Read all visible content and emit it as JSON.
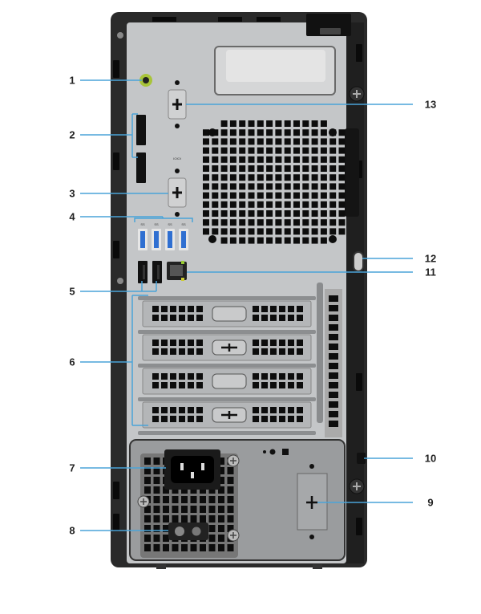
{
  "colors": {
    "callout_line": "#4aa3d8",
    "chassis": "#2a2a2a",
    "panel": "#c4c6c8",
    "psu": "#9a9c9e",
    "usb3_blue": "#2f6fd1",
    "audio_green": "#a8c43a"
  },
  "callouts": [
    {
      "number": "1",
      "side": "left"
    },
    {
      "number": "2",
      "side": "left"
    },
    {
      "number": "3",
      "side": "left"
    },
    {
      "number": "4",
      "side": "left"
    },
    {
      "number": "5",
      "side": "left"
    },
    {
      "number": "6",
      "side": "left"
    },
    {
      "number": "7",
      "side": "left"
    },
    {
      "number": "8",
      "side": "left"
    },
    {
      "number": "9",
      "side": "right"
    },
    {
      "number": "10",
      "side": "right"
    },
    {
      "number": "11",
      "side": "right"
    },
    {
      "number": "12",
      "side": "right"
    },
    {
      "number": "13",
      "side": "right"
    }
  ],
  "port_markings": {
    "usb3": "SS",
    "hdmi_serial": "IOIOI"
  }
}
